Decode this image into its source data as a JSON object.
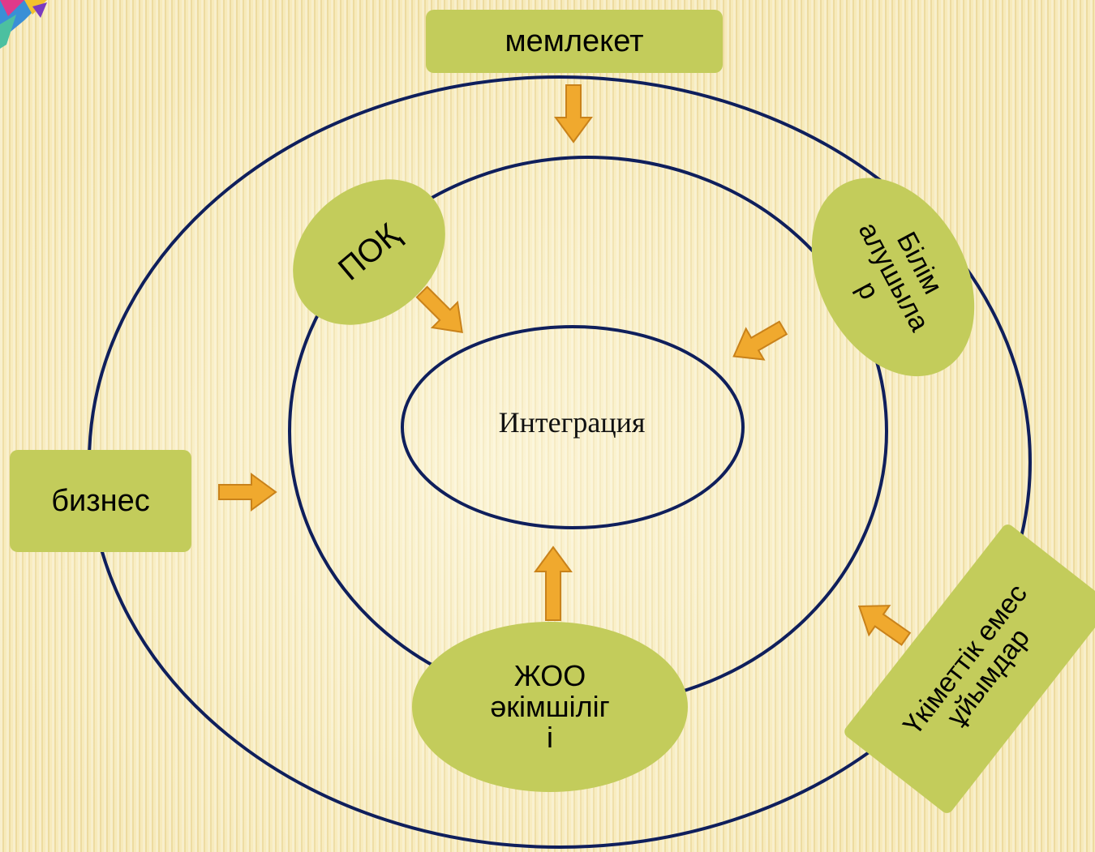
{
  "diagram": {
    "center": "Интеграция",
    "top_box": "мемлекет",
    "left_box": "бизнес",
    "ellipse_pok": "ПОҚ",
    "ellipse_learners": "Білім\nалушыла\nр",
    "ellipse_admin": "ЖОО\nәкімшіліг\nі",
    "box_ngo": "Үкіметтік емес\nұйымдар"
  },
  "colors": {
    "node_fill": "#c3cc5b",
    "circle_stroke": "#0f1f5c",
    "arrow_fill": "#f0a92e",
    "arrow_stroke": "#c9821a"
  }
}
